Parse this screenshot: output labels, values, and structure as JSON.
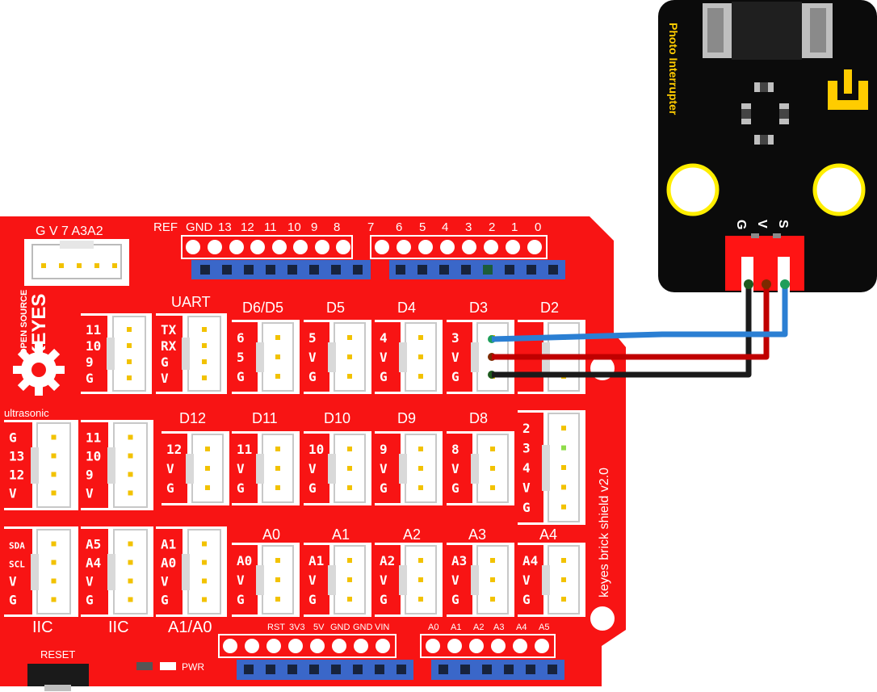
{
  "module": {
    "title": "Photo Interrupter",
    "pins": [
      "G",
      "V",
      "S"
    ]
  },
  "board": {
    "brand_top": "OPEN SOURCE",
    "brand": "KEYES",
    "name": "keyes brick shield v2.0",
    "top_header_left": [
      "REF",
      "GND",
      "13",
      "12",
      "11",
      "10",
      "9",
      "8"
    ],
    "top_header_right": [
      "7",
      "6",
      "5",
      "4",
      "3",
      "2",
      "1",
      "0"
    ],
    "bottom_header_left": [
      "RST",
      "3V3",
      "5V",
      "GND",
      "GND",
      "VIN"
    ],
    "bottom_header_right": [
      "A0",
      "A1",
      "A2",
      "A3",
      "A4",
      "A5"
    ],
    "corner_connector": "G V 7 A3A2",
    "uart_label": "UART",
    "ultrasonic_label": "ultrasonic",
    "iic_label_1": "IIC",
    "iic_label_2": "IIC",
    "a1a0_label": "A1/A0",
    "reset_label": "RESET",
    "pwr_label": "PWR",
    "row1_titles": [
      "D6/D5",
      "D5",
      "D4",
      "D3",
      "D2"
    ],
    "row2_titles": [
      "D12",
      "D11",
      "D10",
      "D9",
      "D8"
    ],
    "row3_titles": [
      "A0",
      "A1",
      "A2",
      "A3",
      "A4"
    ]
  },
  "colors": {
    "board": "#f81414",
    "module": "#0b0b0b",
    "wire_signal": "#2b7fd3",
    "wire_vcc": "#c00000",
    "wire_gnd": "#1a1a1a",
    "connector": "#ffffff",
    "header_blue": "#3a67c9",
    "icon_yellow": "#ffcc00"
  }
}
